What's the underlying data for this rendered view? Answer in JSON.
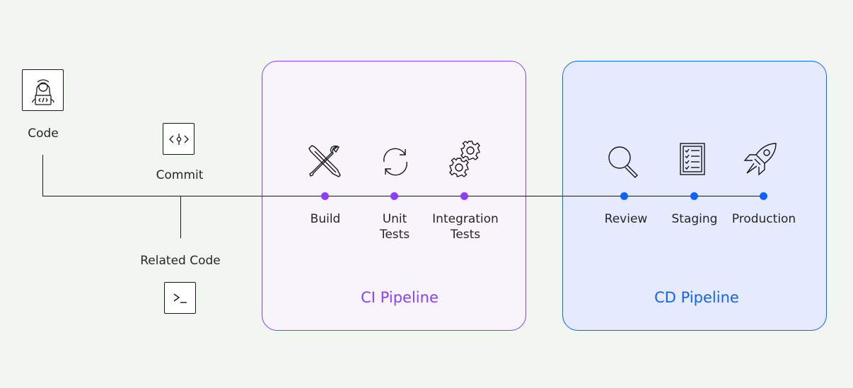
{
  "source": {
    "code_label": "Code",
    "commit_label": "Commit",
    "commit_icon_text": "<|>",
    "related_label": "Related Code",
    "terminal_icon_text": ">_"
  },
  "ci": {
    "title": "CI Pipeline",
    "color": "#8a3ffc",
    "stages": [
      {
        "line1": "Build",
        "line2": "",
        "icon": "tools-icon"
      },
      {
        "line1": "Unit",
        "line2": "Tests",
        "icon": "refresh-icon"
      },
      {
        "line1": "Integration",
        "line2": "Tests",
        "icon": "gears-icon"
      }
    ]
  },
  "cd": {
    "title": "CD Pipeline",
    "color": "#0f62fe",
    "stages": [
      {
        "line1": "Review",
        "icon": "search-icon"
      },
      {
        "line1": "Staging",
        "icon": "checklist-icon"
      },
      {
        "line1": "Production",
        "icon": "rocket-icon"
      }
    ]
  },
  "colors": {
    "background": "#f2f6f0",
    "ci_fill": "#f7f5fb",
    "cd_fill": "#e5ebfc",
    "line": "#161616"
  }
}
